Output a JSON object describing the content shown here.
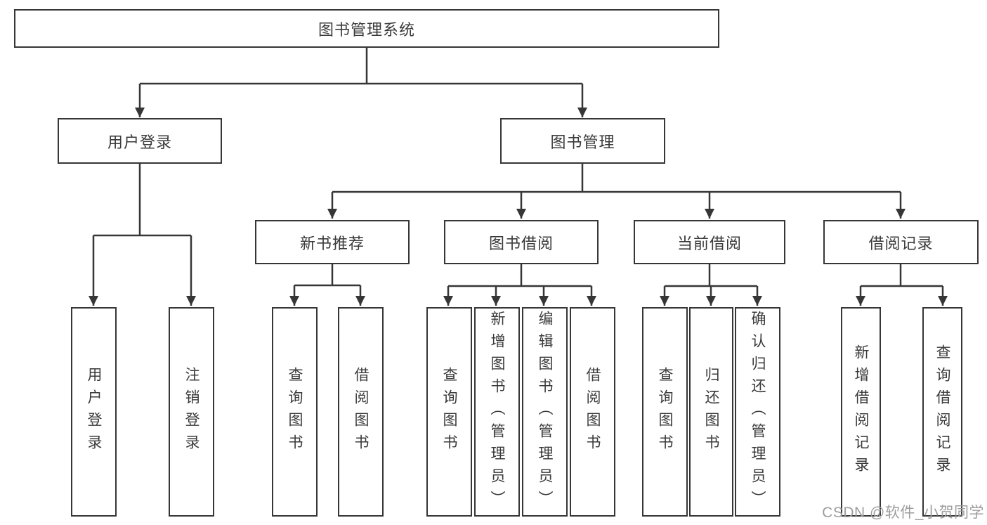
{
  "page": {
    "background_color": "#ffffff",
    "line_color": "#363636",
    "text_color": "#3a3a3a",
    "watermark_color": "#9d9d9d",
    "watermark": "CSDN @软件_小贺同学"
  },
  "diagram": {
    "type": "hierarchy-tree",
    "root": {
      "label": "图书管理系统"
    },
    "level2": [
      {
        "id": "user-login",
        "label": "用户登录",
        "parent": "图书管理系统"
      },
      {
        "id": "book-management",
        "label": "图书管理",
        "parent": "图书管理系统"
      }
    ],
    "level3": [
      {
        "id": "new-book-recommend",
        "label": "新书推荐",
        "parent": "图书管理"
      },
      {
        "id": "book-borrow",
        "label": "图书借阅",
        "parent": "图书管理"
      },
      {
        "id": "current-borrow",
        "label": "当前借阅",
        "parent": "图书管理"
      },
      {
        "id": "borrow-records",
        "label": "借阅记录",
        "parent": "图书管理"
      }
    ],
    "leaves": [
      {
        "label": "用户登录",
        "parent": "用户登录"
      },
      {
        "label": "注销登录",
        "parent": "用户登录"
      },
      {
        "label": "查询图书",
        "parent": "新书推荐"
      },
      {
        "label": "借阅图书",
        "parent": "新书推荐"
      },
      {
        "label": "查询图书",
        "parent": "图书借阅"
      },
      {
        "label": "新增图书（管理员）",
        "parent": "图书借阅"
      },
      {
        "label": "编辑图书（管理员）",
        "parent": "图书借阅"
      },
      {
        "label": "借阅图书",
        "parent": "图书借阅"
      },
      {
        "label": "查询图书",
        "parent": "当前借阅"
      },
      {
        "label": "归还图书",
        "parent": "当前借阅"
      },
      {
        "label": "确认归还（管理员）",
        "parent": "当前借阅"
      },
      {
        "label": "新增借阅记录",
        "parent": "借阅记录"
      },
      {
        "label": "查询借阅记录",
        "parent": "借阅记录"
      }
    ]
  }
}
